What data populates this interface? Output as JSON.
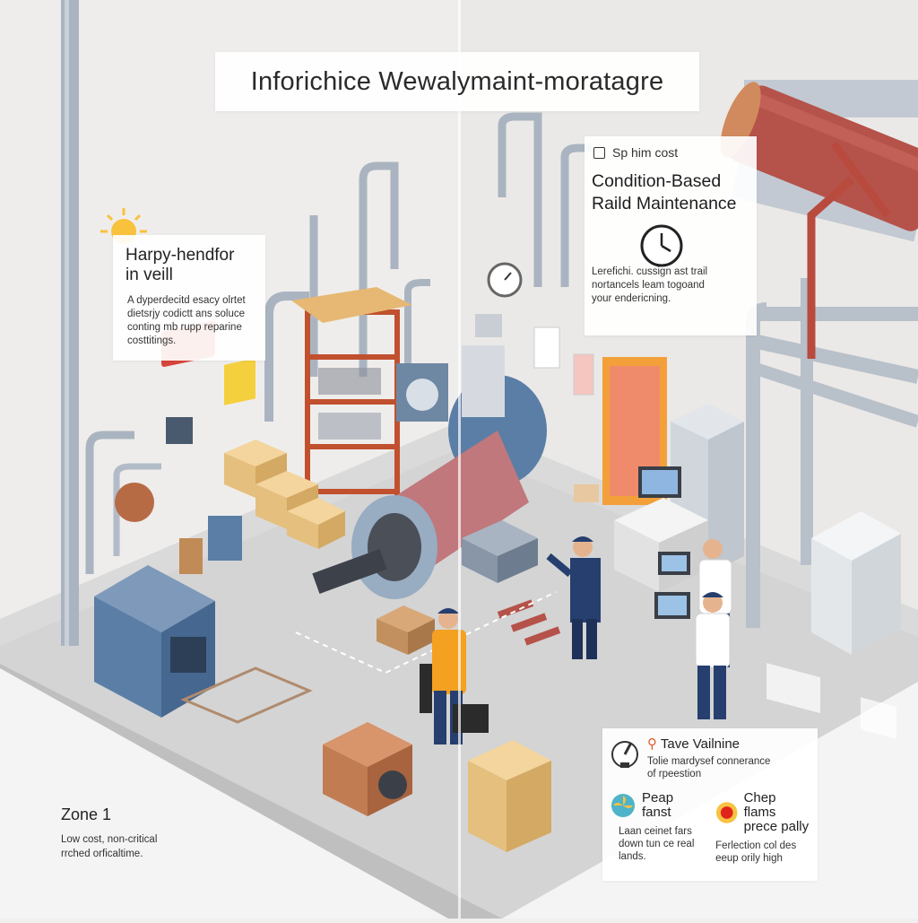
{
  "banner": {
    "title": "Inforichice Wewalymaint-moratagre"
  },
  "left_card": {
    "heading_line1": "Harpy-hendfor",
    "heading_line2": "in veill",
    "body_line1": "A dyperdecitd esacy olrtet",
    "body_line2": "dietsrjy codictt ans soluce",
    "body_line3": "conting mb rupp reparine",
    "body_line4": "costtitings."
  },
  "right_card": {
    "tag_label": "Sp him cost",
    "heading_line1": "Condition-Based",
    "heading_line2": "Raild Maintenance",
    "body_line1": "Lerefichi. cussign ast trail",
    "body_line2": "nortancels leam togoand",
    "body_line3": "your endericning."
  },
  "bottom_right": {
    "top_item": {
      "title": "Tave Vailnine",
      "line1": "Tolie mardysef connerance",
      "line2": "of rpeestion"
    },
    "left_item": {
      "title_line1": "Peap",
      "title_line2": "fanst",
      "line1": "Laan ceinet fars",
      "line2": "down tun ce real",
      "line3": "lands."
    },
    "right_item": {
      "title_line1": "Chep flams",
      "title_line2": "prece pally",
      "line1": "Ferlection col des",
      "line2": "eeup orily high"
    }
  },
  "zone": {
    "title": "Zone 1",
    "line1": "Low cost, non-critical",
    "line2": "rrched orficaltime."
  },
  "colors": {
    "wall": "#eeecea",
    "floor": "#dcdcdc",
    "pipe": "#aab4c1",
    "copper_pipe": "#b5524a",
    "shelf": "#c0502e",
    "box": "#e9c58a",
    "machine_blue": "#5b7ea6",
    "worker_blue": "#263f6e",
    "vest": "#f4a020",
    "sign_red": "#d8453a"
  }
}
